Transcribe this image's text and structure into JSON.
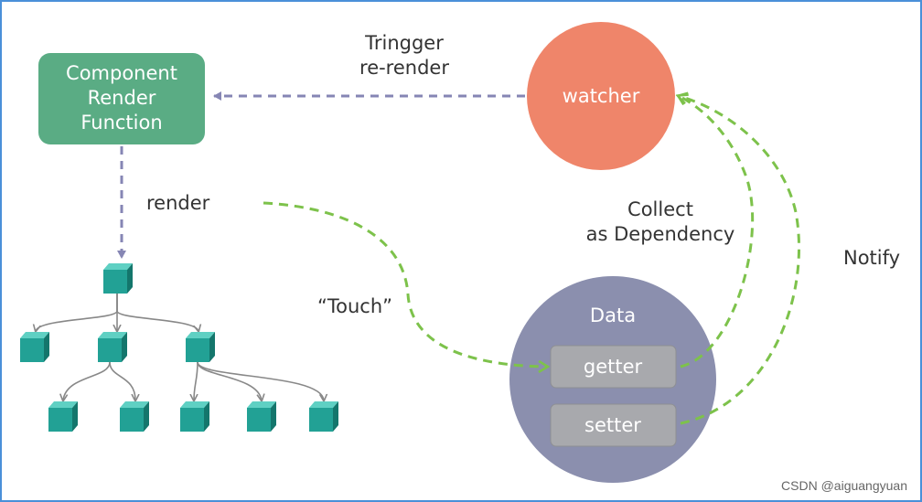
{
  "nodes": {
    "component": {
      "lines": [
        "Component",
        "Render",
        "Function"
      ],
      "color": "#5aac84"
    },
    "watcher": {
      "label": "watcher",
      "color": "#ef856a"
    },
    "data": {
      "title": "Data",
      "color": "#8b8fae",
      "getter": "getter",
      "setter": "setter"
    }
  },
  "edges": {
    "trigger": [
      "Tringger",
      "re-render"
    ],
    "render": "render",
    "touch": "“Touch”",
    "collect": [
      "Collect",
      "as Dependency"
    ],
    "notify": "Notify"
  },
  "colors": {
    "dashed_purple": "#8686b4",
    "dashed_green": "#7dc24b",
    "cube": "#22a195"
  },
  "watermark": "CSDN @aiguangyuan"
}
